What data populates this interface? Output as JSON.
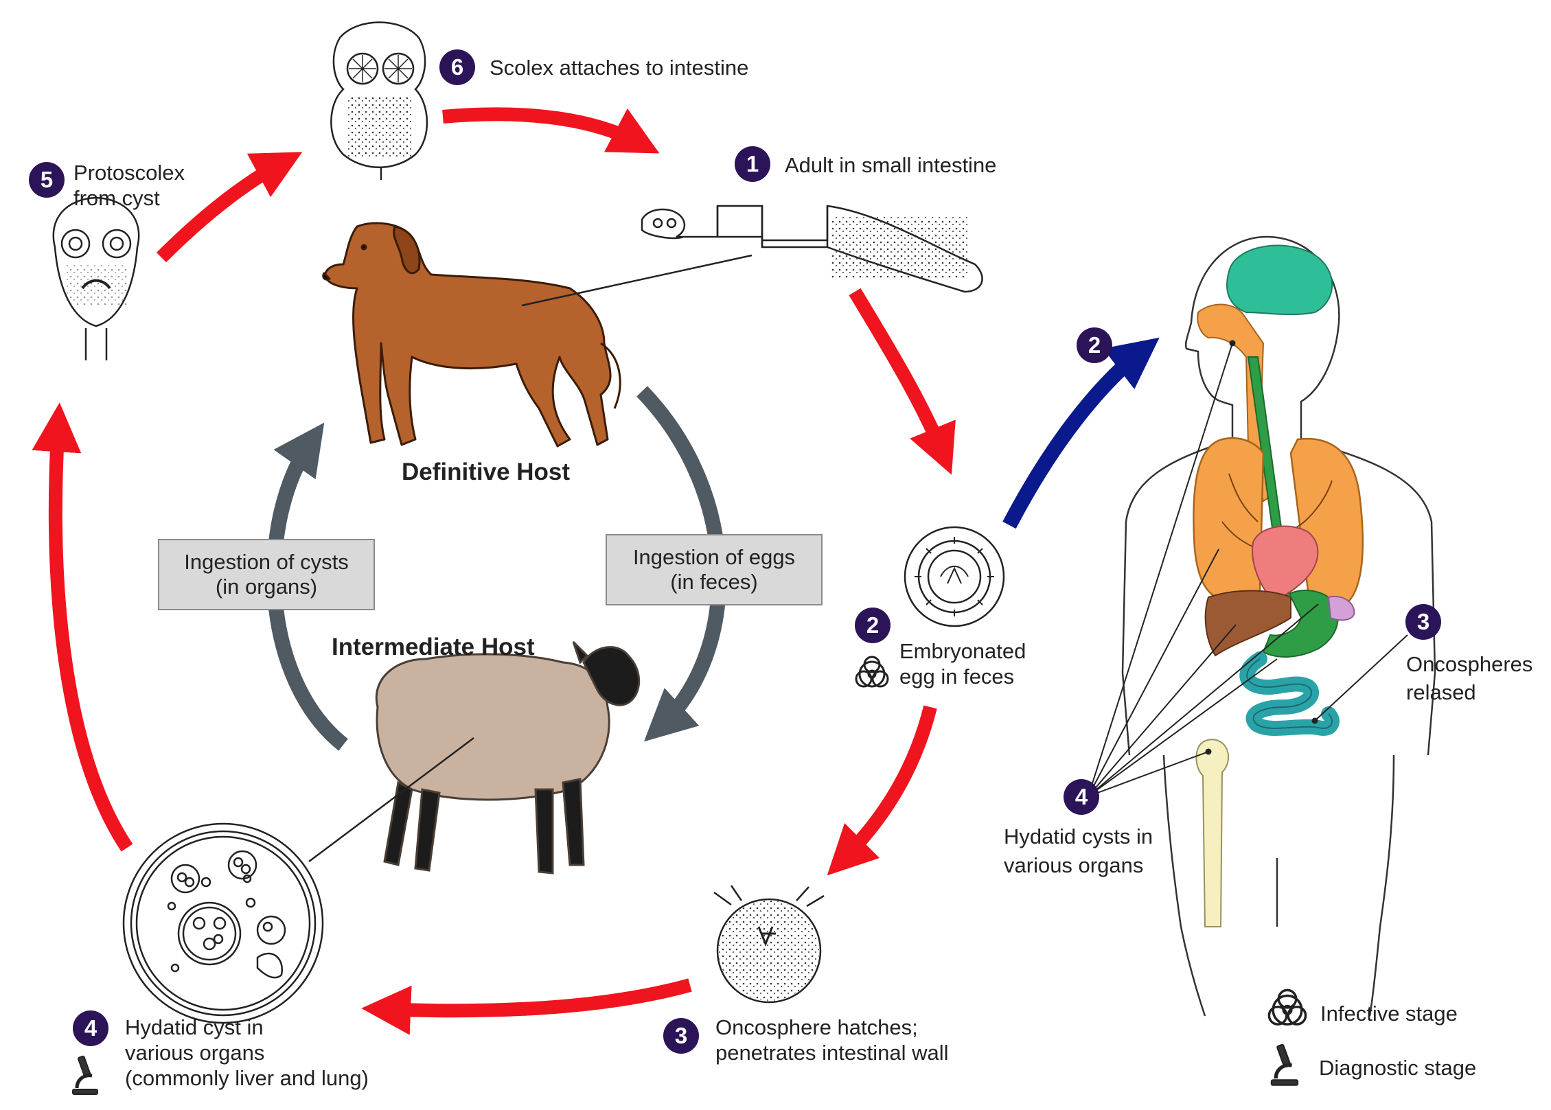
{
  "hosts": {
    "definitive": "Definitive Host",
    "intermediate": "Intermediate Host"
  },
  "ingestion": {
    "cysts": {
      "line1": "Ingestion of cysts",
      "line2": "(in organs)"
    },
    "eggs": {
      "line1": "Ingestion of eggs",
      "line2": "(in feces)"
    }
  },
  "stages": {
    "s1": {
      "num": "1",
      "text": "Adult in small intestine"
    },
    "s2": {
      "num": "2",
      "line1": "Embryonated",
      "line2": "egg in feces"
    },
    "s3": {
      "num": "3",
      "line1": "Oncosphere hatches;",
      "line2": "penetrates intestinal wall"
    },
    "s4": {
      "num": "4",
      "line1": "Hydatid cyst in",
      "line2": "various organs",
      "line3": "(commonly liver and lung)"
    },
    "s5": {
      "num": "5",
      "line1": "Protoscolex",
      "line2": "from cyst"
    },
    "s6": {
      "num": "6",
      "text": "Scolex attaches to intestine"
    }
  },
  "human": {
    "n2": "2",
    "n3": "3",
    "n4": "4",
    "onco_line1": "Oncospheres",
    "onco_line2": "relased",
    "hyd_line1": "Hydatid cysts in",
    "hyd_line2": "various organs"
  },
  "legend": {
    "infective": "Infective stage",
    "diagnostic": "Diagnostic stage"
  },
  "icons": {
    "infective": "biohazard-icon",
    "diagnostic": "microscope-icon"
  },
  "colors": {
    "red_arrow": "#f0141e",
    "gray_arrow": "#4f5a62",
    "blue_arrow": "#0a1a8c",
    "badge": "#2c1459",
    "dog": "#b5622c",
    "sheep": "#c9b2a0",
    "brain": "#2fbf98",
    "lungs": "#f5a14a",
    "heart": "#ef7d7d",
    "liver": "#9b5a34",
    "stomach": "#2e9d46",
    "intestine": "#2aa3a8",
    "bone": "#f6f0c0"
  }
}
